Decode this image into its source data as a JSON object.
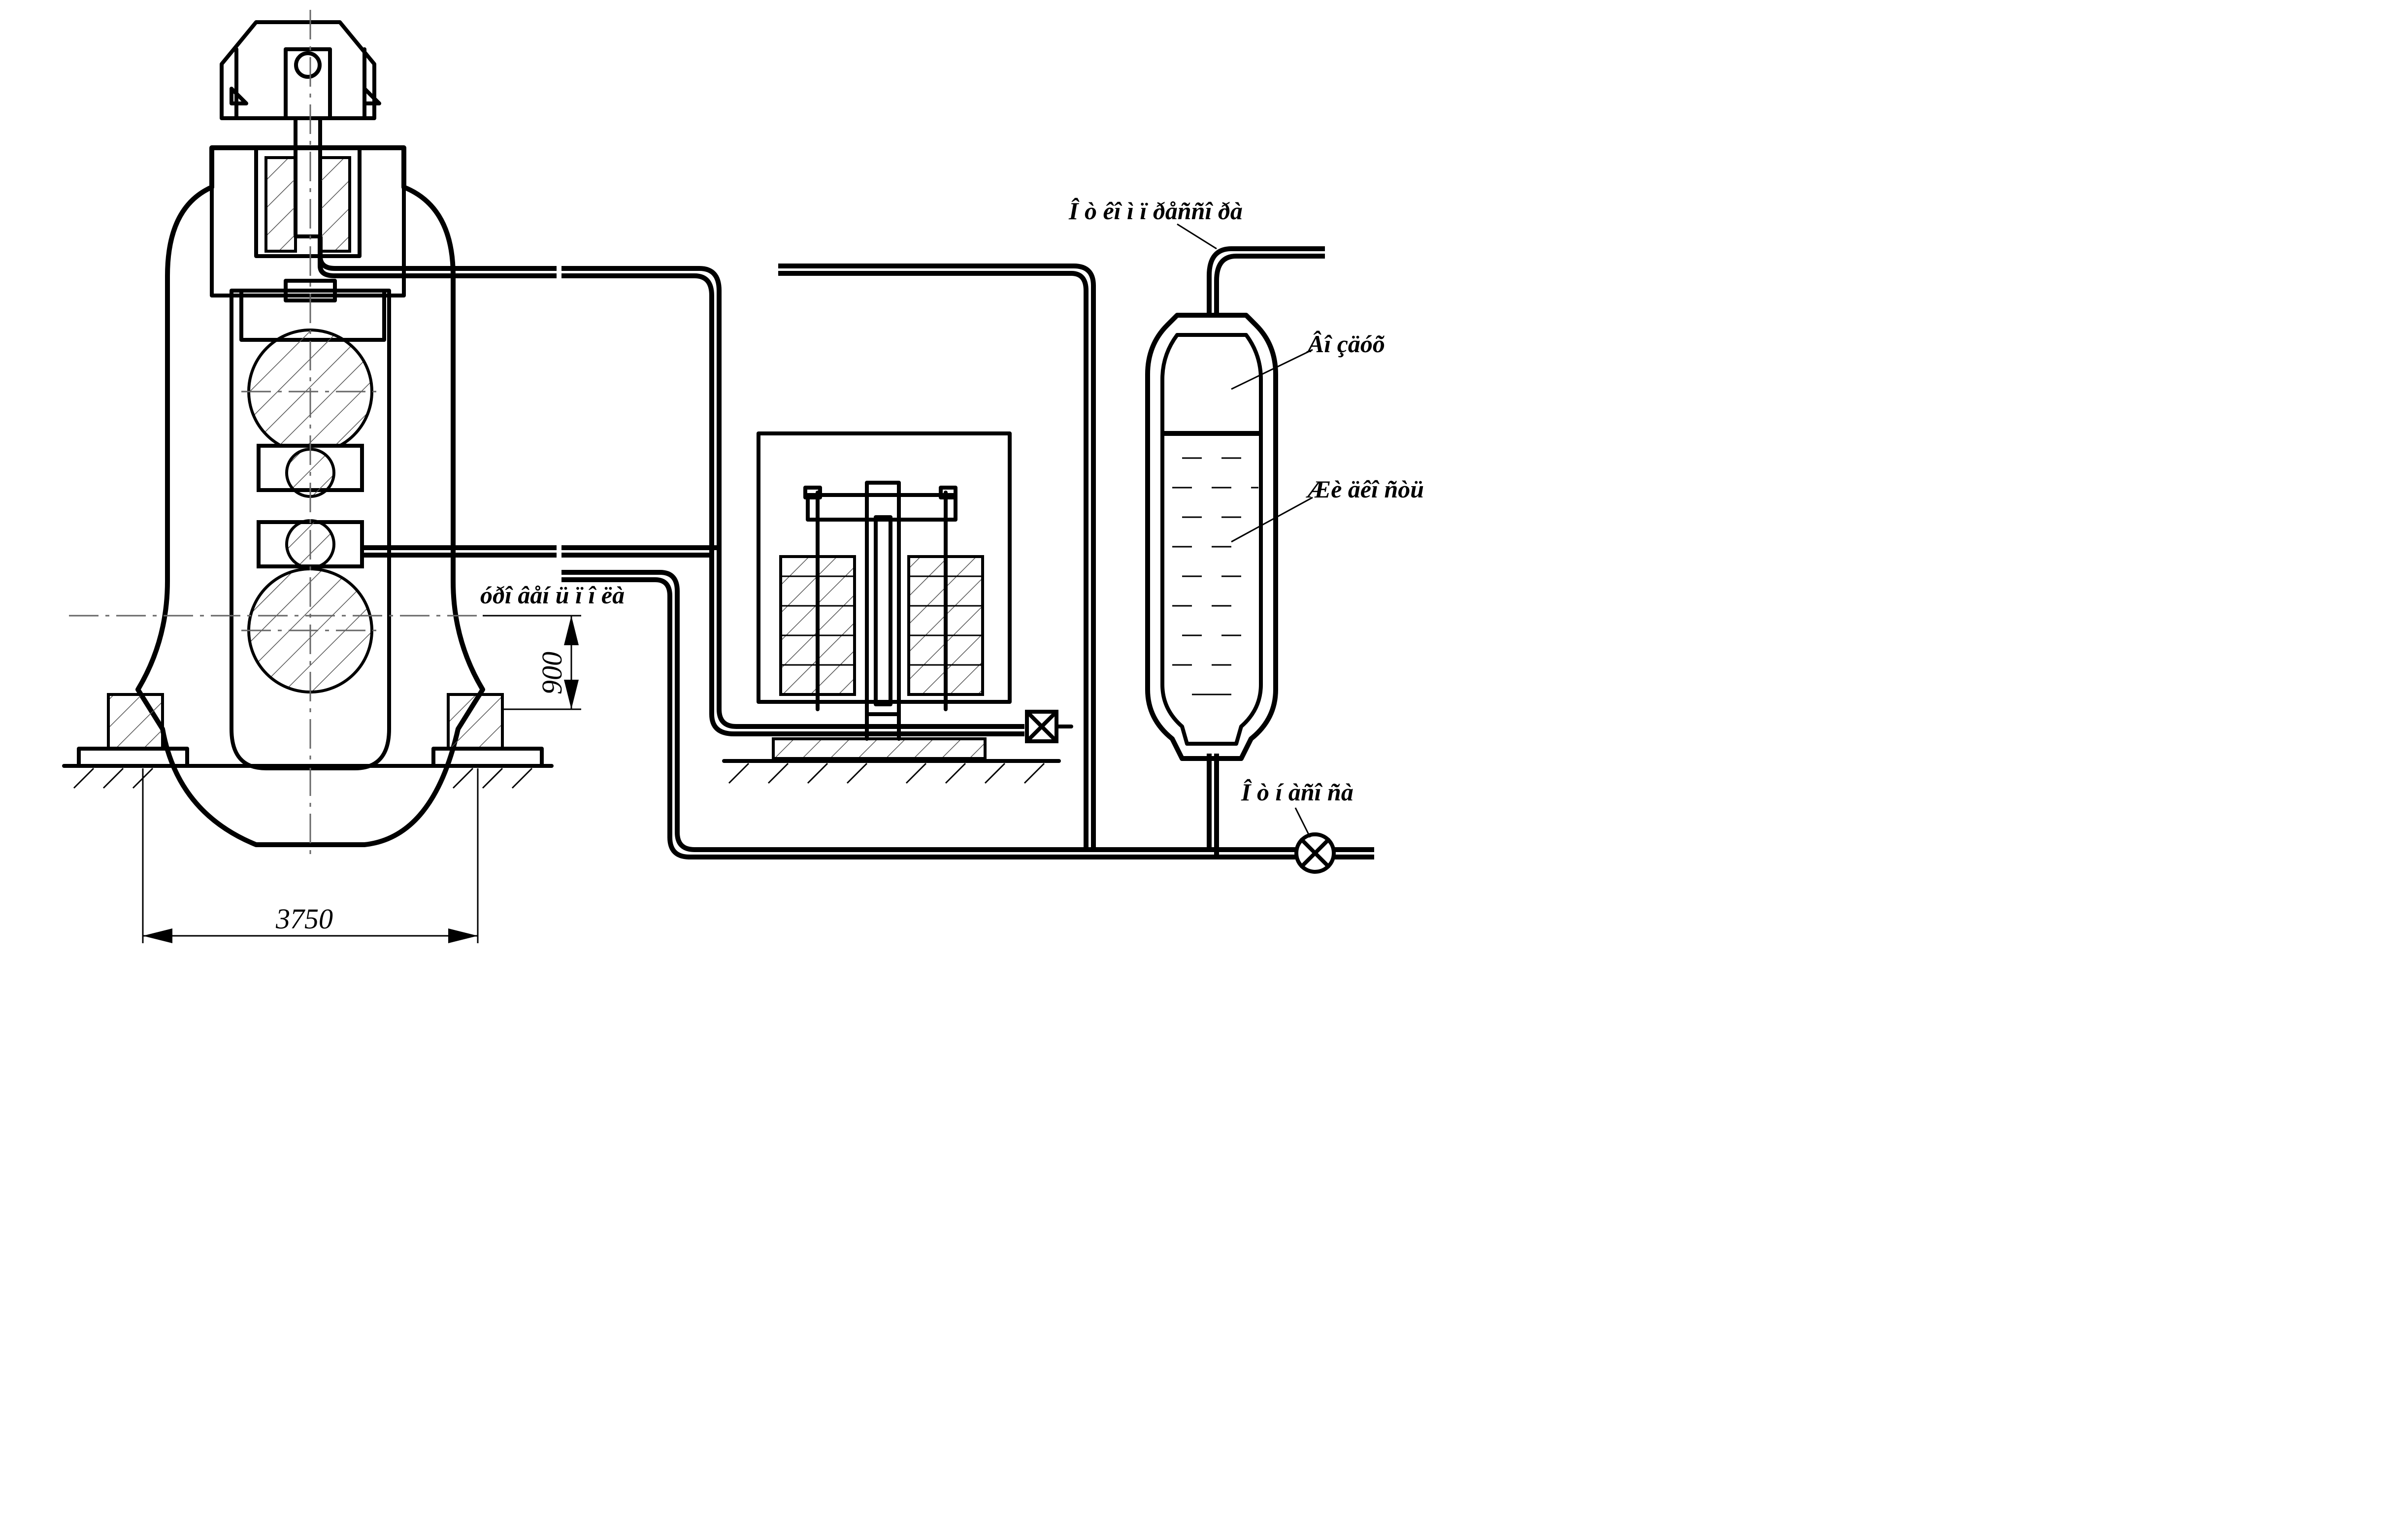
{
  "labels": {
    "from_compressor": "Î ò  êî ì ï ðåññî ðà",
    "air": "Âî çäóõ",
    "liquid": "Æè äêî ñòü",
    "to_pump": "Î ò  í àñî ñà",
    "to_cylinder": "óðî âåí ü ï î ëà"
  },
  "dimensions": {
    "stand_width": "3750",
    "floor_height": "900"
  }
}
